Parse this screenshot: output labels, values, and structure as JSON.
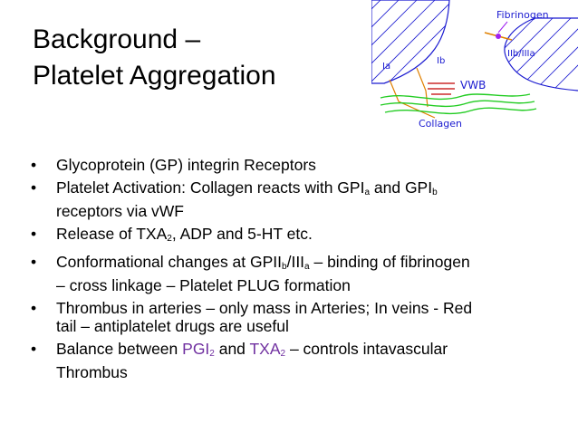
{
  "title": {
    "line1": "Background –",
    "line2": "Platelet Aggregation"
  },
  "figure": {
    "labels": {
      "fibrinogen": "Fibrinogen",
      "iib_iiia": "IIb/IIIa",
      "ia": "Ia",
      "ib": "Ib",
      "vwb": "VWB",
      "collagen": "Collagen"
    },
    "colors": {
      "ink": "#1a1ad0",
      "fibrinogen": "#a020f0",
      "receptor": "#e08000",
      "vwb": "#c00000",
      "collagen": "#22cc22"
    }
  },
  "bullets": {
    "b1": "Glycoprotein (GP) integrin Receptors",
    "b2_a": "Platelet Activation: Collagen reacts with  GPI",
    "b2_sub1": "a",
    "b2_b": " and GPI",
    "b2_sub2": "b",
    "b2_c": "receptors via vWF",
    "b3_a": "Release of TXA",
    "b3_sub": "2",
    "b3_b": ", ADP and 5-HT etc.",
    "b4_a": "Conformational changes at GPII",
    "b4_sub1": "b",
    "b4_b": "/III",
    "b4_sub2": "a",
    "b4_c": " – binding of fibrinogen",
    "b4_d": "– cross linkage – Platelet PLUG formation",
    "b5_a": "Thrombus in arteries – only mass in Arteries; In veins -  Red",
    "b5_b": "tail – antiplatelet drugs are useful",
    "b6_a": "Balance between ",
    "b6_pgi": "PGI",
    "b6_pgi_sub": "2",
    "b6_and": " and ",
    "b6_txa": "TXA",
    "b6_txa_sub": "2",
    "b6_b": " – controls intavascular",
    "b6_c": "Thrombus"
  },
  "bullet_glyph": "•",
  "accent_color": "#7030a0"
}
